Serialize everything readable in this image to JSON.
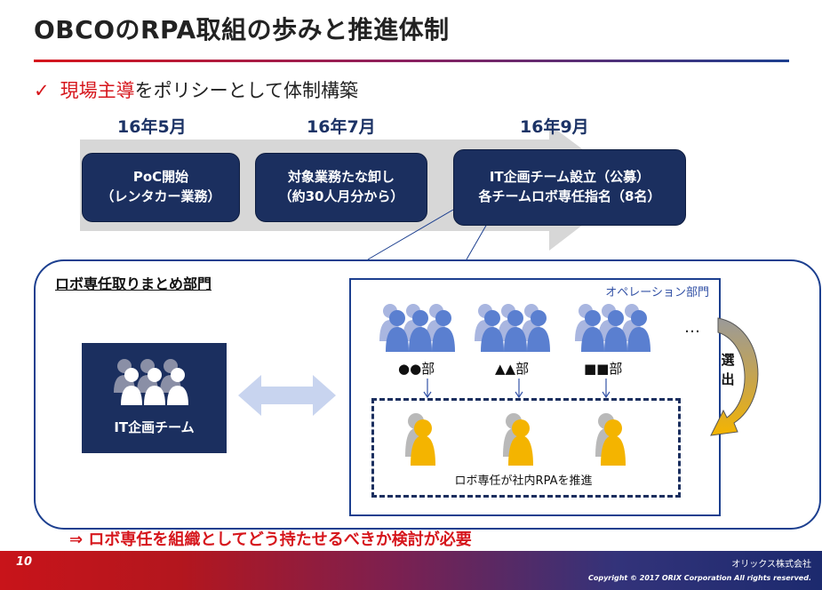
{
  "slide": {
    "title": "OBCOのRPA取組の歩みと推進体制",
    "bullet": {
      "highlight": "現場主導",
      "rest": "をポリシーとして体制構築"
    },
    "conclusion": "⇒ ロボ専任を組織としてどう持たせるべきか検討が必要"
  },
  "timeline": {
    "months": [
      "16年5月",
      "16年7月",
      "16年9月"
    ],
    "stages": [
      {
        "line1": "PoC開始",
        "line2": "（レンタカー業務）"
      },
      {
        "line1": "対象業務たな卸し",
        "line2": "（約30人月分から）"
      },
      {
        "line1": "IT企画チーム設立（公募）",
        "line2": "各チームロボ専任指名（8名）"
      }
    ]
  },
  "organization": {
    "title": "ロボ専任取りまとめ部門",
    "it_team": "IT企画チーム",
    "operations_label": "オペレーション部門",
    "departments": [
      "●●部",
      "▲▲部",
      "■■部"
    ],
    "more": "…",
    "selection": "選出",
    "robo_caption": "ロボ専任が社内RPAを推進"
  },
  "footer": {
    "page": "10",
    "company": "オリックス株式会社",
    "copyright": "Copyright © 2017 ORIX Corporation All rights reserved."
  },
  "colors": {
    "navy": "#1b2f5f",
    "frame_blue": "#1c3f8f",
    "accent_red": "#d6161c",
    "person_blue": "#5a7fd0",
    "person_yellow": "#f4b400"
  },
  "icons": [
    "check-icon",
    "person-group-icon",
    "double-arrow-icon",
    "person-icon",
    "curved-arrow-icon",
    "down-arrow-icon"
  ]
}
